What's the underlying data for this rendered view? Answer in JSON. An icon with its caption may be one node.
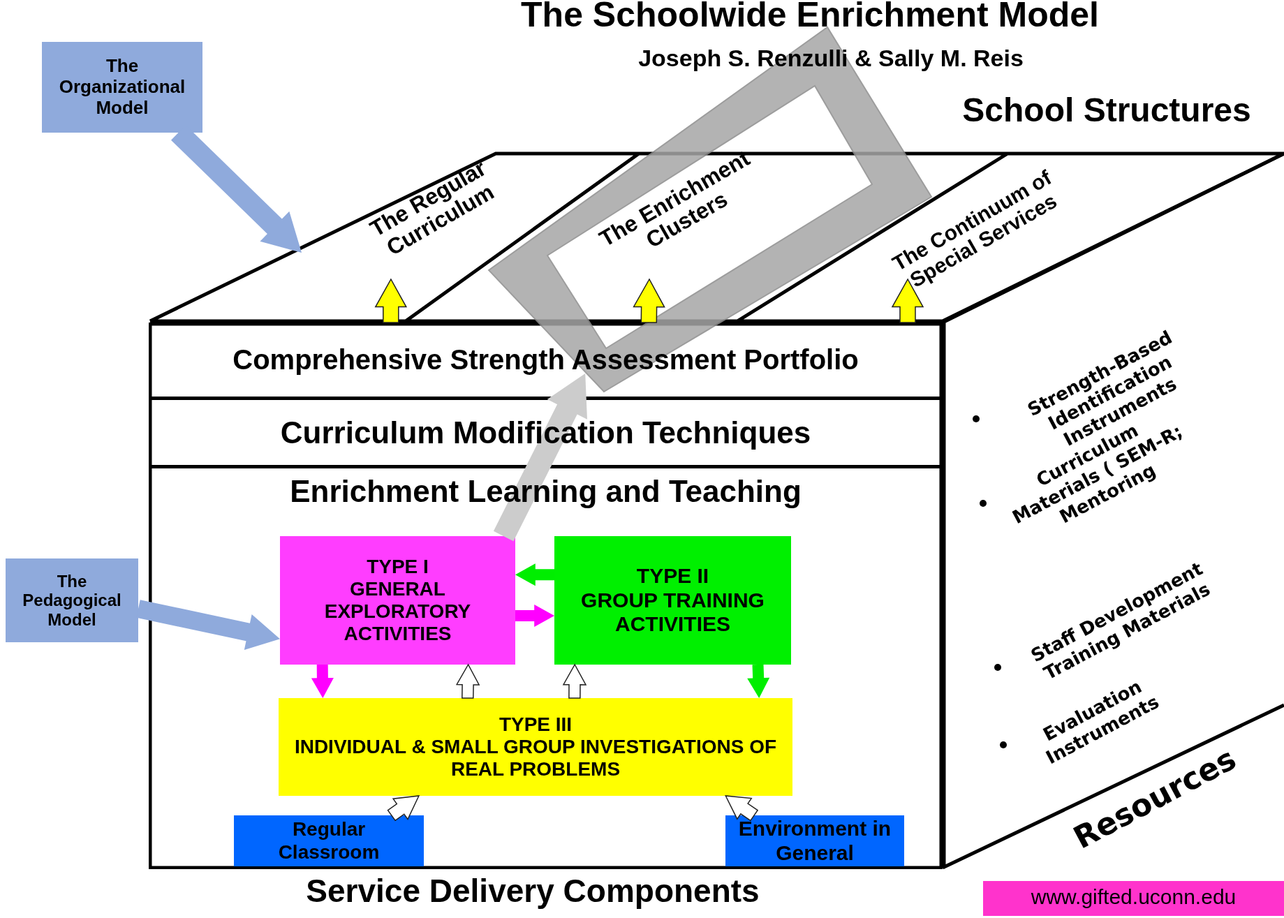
{
  "diagram": {
    "nodes": [
      {
        "text": [
          "The Organizational Model"
        ]
      },
      {
        "text": [
          "School Structures"
        ]
      },
      {
        "text": [
          "The Regular Curriculum"
        ],
        "in": 1
      },
      {
        "text": [
          "The Enrichment Clusters"
        ]
      },
      {
        "text": [
          "The Continuum of Special Services"
        ],
        "in": 1
      },
      {
        "text": [
          "Service Delivery Components"
        ]
      },
      {
        "text": [
          "Comprehensive Strength Assessment Portfolio"
        ],
        "in": 5
      },
      {
        "text": [
          "Curriculum Modification Techniques"
        ],
        "in": 5
      },
      {
        "text": [
          "Enrichment Learning and Teaching"
        ],
        "in": 5
      },
      {
        "text": [
          "TYPE I",
          "GENERAL EXPLORATORY ACTIVITIES"
        ],
        "in": 8
      },
      {
        "text": [
          "TYPE II",
          "GROUP TRAINING ACTIVITIES"
        ],
        "in": 8
      },
      {
        "text": [
          "TYPE III",
          "INDIVIDUAL & SMALL GROUP INVESTIGATIONS OF REAL PROBLEMS"
        ],
        "in": 8
      },
      {
        "text": [
          "Regular Classroom"
        ],
        "in": 8
      },
      {
        "text": [
          "Environment in General"
        ],
        "in": 8
      },
      {
        "text": [
          "Strength-Based Identification Instruments",
          "Curriculum Materials ( SEM-R; Mentoring",
          "Staff Development Training Materials",
          "Evaluation Instruments",
          "Resources"
        ]
      },
      {
        "text": [
          "The Pedagogical Model"
        ]
      },
      {
        "text": [],
        "shape": "box"
      }
    ],
    "edges": [
      {
        "from": 0,
        "to": 1,
        "arrow": "to",
        "color": "#8faadc"
      },
      {
        "from": 6,
        "to": 2,
        "arrow": "to",
        "color": "#ffff00"
      },
      {
        "from": 6,
        "to": 3,
        "arrow": "to",
        "color": "#ffff00"
      },
      {
        "from": 6,
        "to": 4,
        "arrow": "to",
        "color": "#ffff00"
      },
      {
        "from": 15,
        "to": 9,
        "arrow": "to",
        "color": "#8faadc"
      },
      {
        "from": 10,
        "to": 9,
        "arrow": "to",
        "color": "#00ee00"
      },
      {
        "from": 9,
        "to": 10,
        "arrow": "to",
        "color": "#ff00ff"
      },
      {
        "from": 11,
        "to": 9,
        "arrow": "to",
        "color": "#ffffff"
      },
      {
        "from": 11,
        "to": 10,
        "arrow": "to",
        "color": "#ffffff"
      },
      {
        "from": 9,
        "to": 11,
        "arrow": "to",
        "color": "#ff00ff"
      },
      {
        "from": 10,
        "to": 11,
        "arrow": "to",
        "color": "#00ee00"
      },
      {
        "from": 12,
        "to": 11,
        "arrow": "to",
        "color": "#ffffff"
      },
      {
        "from": 13,
        "to": 11,
        "arrow": "to",
        "color": "#ffffff"
      },
      {
        "from": 9,
        "to": 16,
        "arrow": "to",
        "color": "#cccccc"
      }
    ],
    "labels": [
      "The Schoolwide Enrichment Model",
      "Joseph S. Renzulli & Sally M. Reis",
      "www.gifted.uconn.edu"
    ]
  }
}
